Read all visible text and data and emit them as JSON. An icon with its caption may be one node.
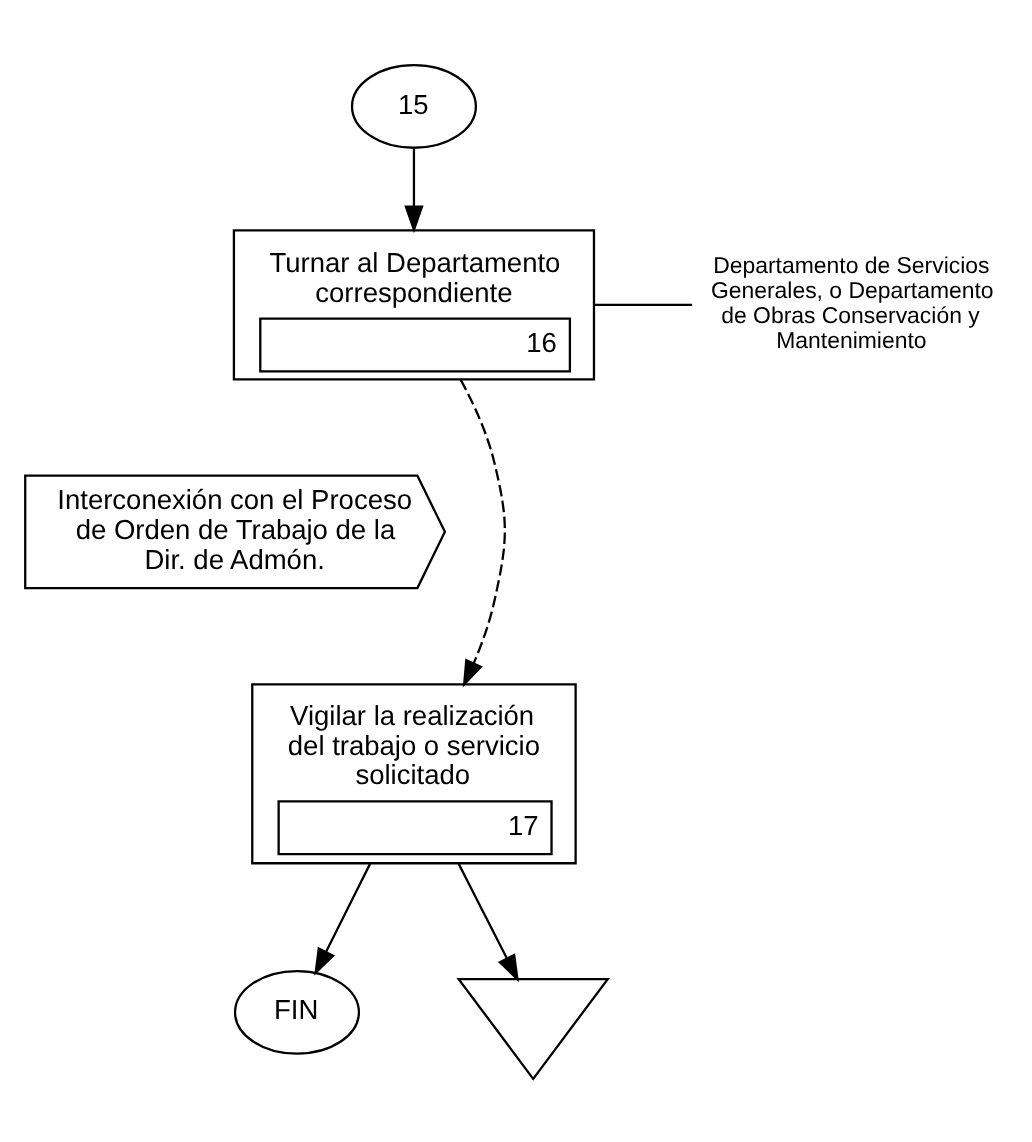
{
  "diagram": {
    "nodes": [
      {
        "text": [
          "15"
        ]
      },
      {
        "text": [
          "Turnar al Departamento correspondiente",
          "16"
        ]
      },
      {
        "text": [
          "Departamento de Servicios Generales, o Departamento de Obras Conservación y Mantenimiento"
        ]
      },
      {
        "text": [
          "Interconexión con el Proceso de Orden de Trabajo de la Dir. de Admón."
        ]
      },
      {
        "text": [
          "Vigilar la realización del trabajo o servicio solicitado",
          "17"
        ]
      },
      {
        "text": [
          "FIN"
        ]
      },
      {
        "text": [],
        "shape": "triangle"
      }
    ],
    "edges": [
      {
        "from": 0,
        "to": 1,
        "arrow": "to"
      },
      {
        "from": 1,
        "to": 2,
        "arrow": "none"
      },
      {
        "from": 1,
        "to": 4,
        "arrow": "to",
        "style": "dashed"
      },
      {
        "from": 4,
        "to": 5,
        "arrow": "to"
      },
      {
        "from": 4,
        "to": 6,
        "arrow": "to"
      }
    ]
  }
}
